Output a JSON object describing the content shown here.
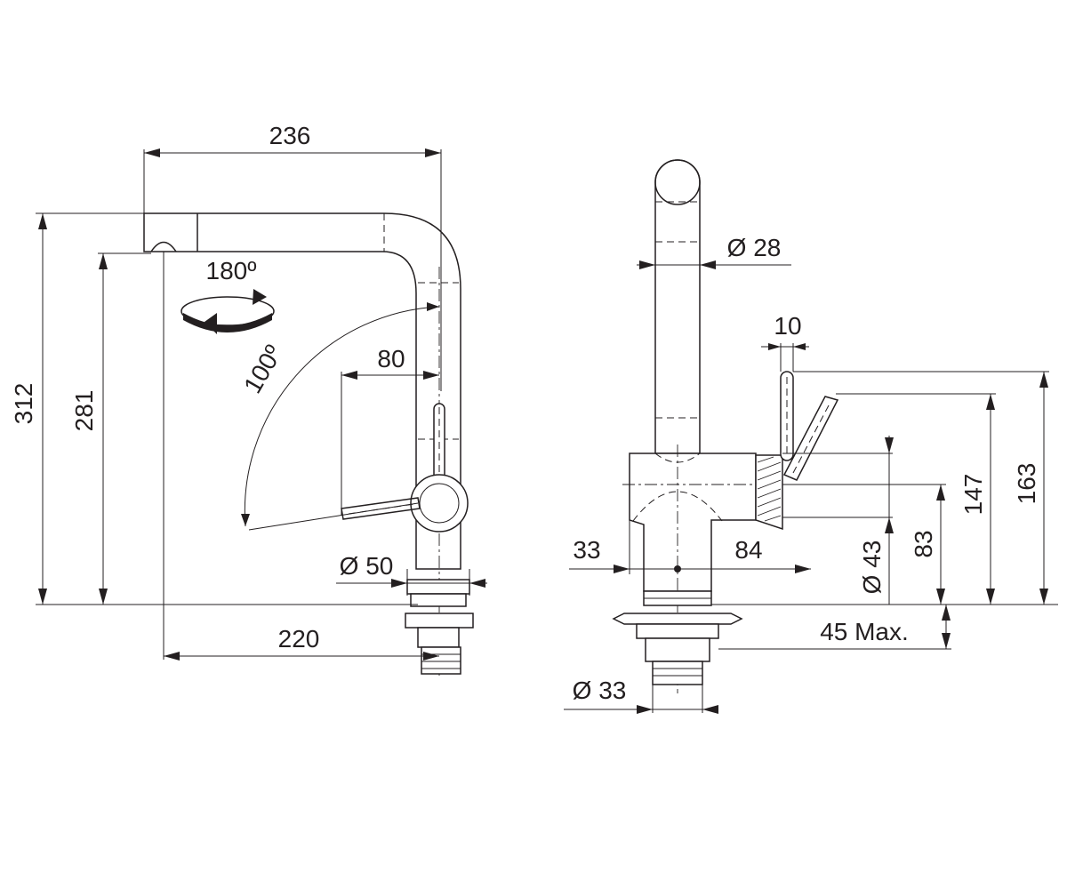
{
  "labels": {
    "width_236": "236",
    "height_312": "312",
    "height_281": "281",
    "rotation_180": "180º",
    "angle_100": "100º",
    "offset_80": "80",
    "dia_50": "Ø 50",
    "reach_220": "220",
    "dia_28": "Ø 28",
    "lever_10": "10",
    "height_163": "163",
    "height_147": "147",
    "height_83": "83",
    "dia_43": "Ø 43",
    "width_33": "33",
    "width_84": "84",
    "max_45": "45 Max.",
    "dia_33": "Ø 33"
  },
  "colors": {
    "line": "#231f20",
    "background": "#ffffff"
  }
}
